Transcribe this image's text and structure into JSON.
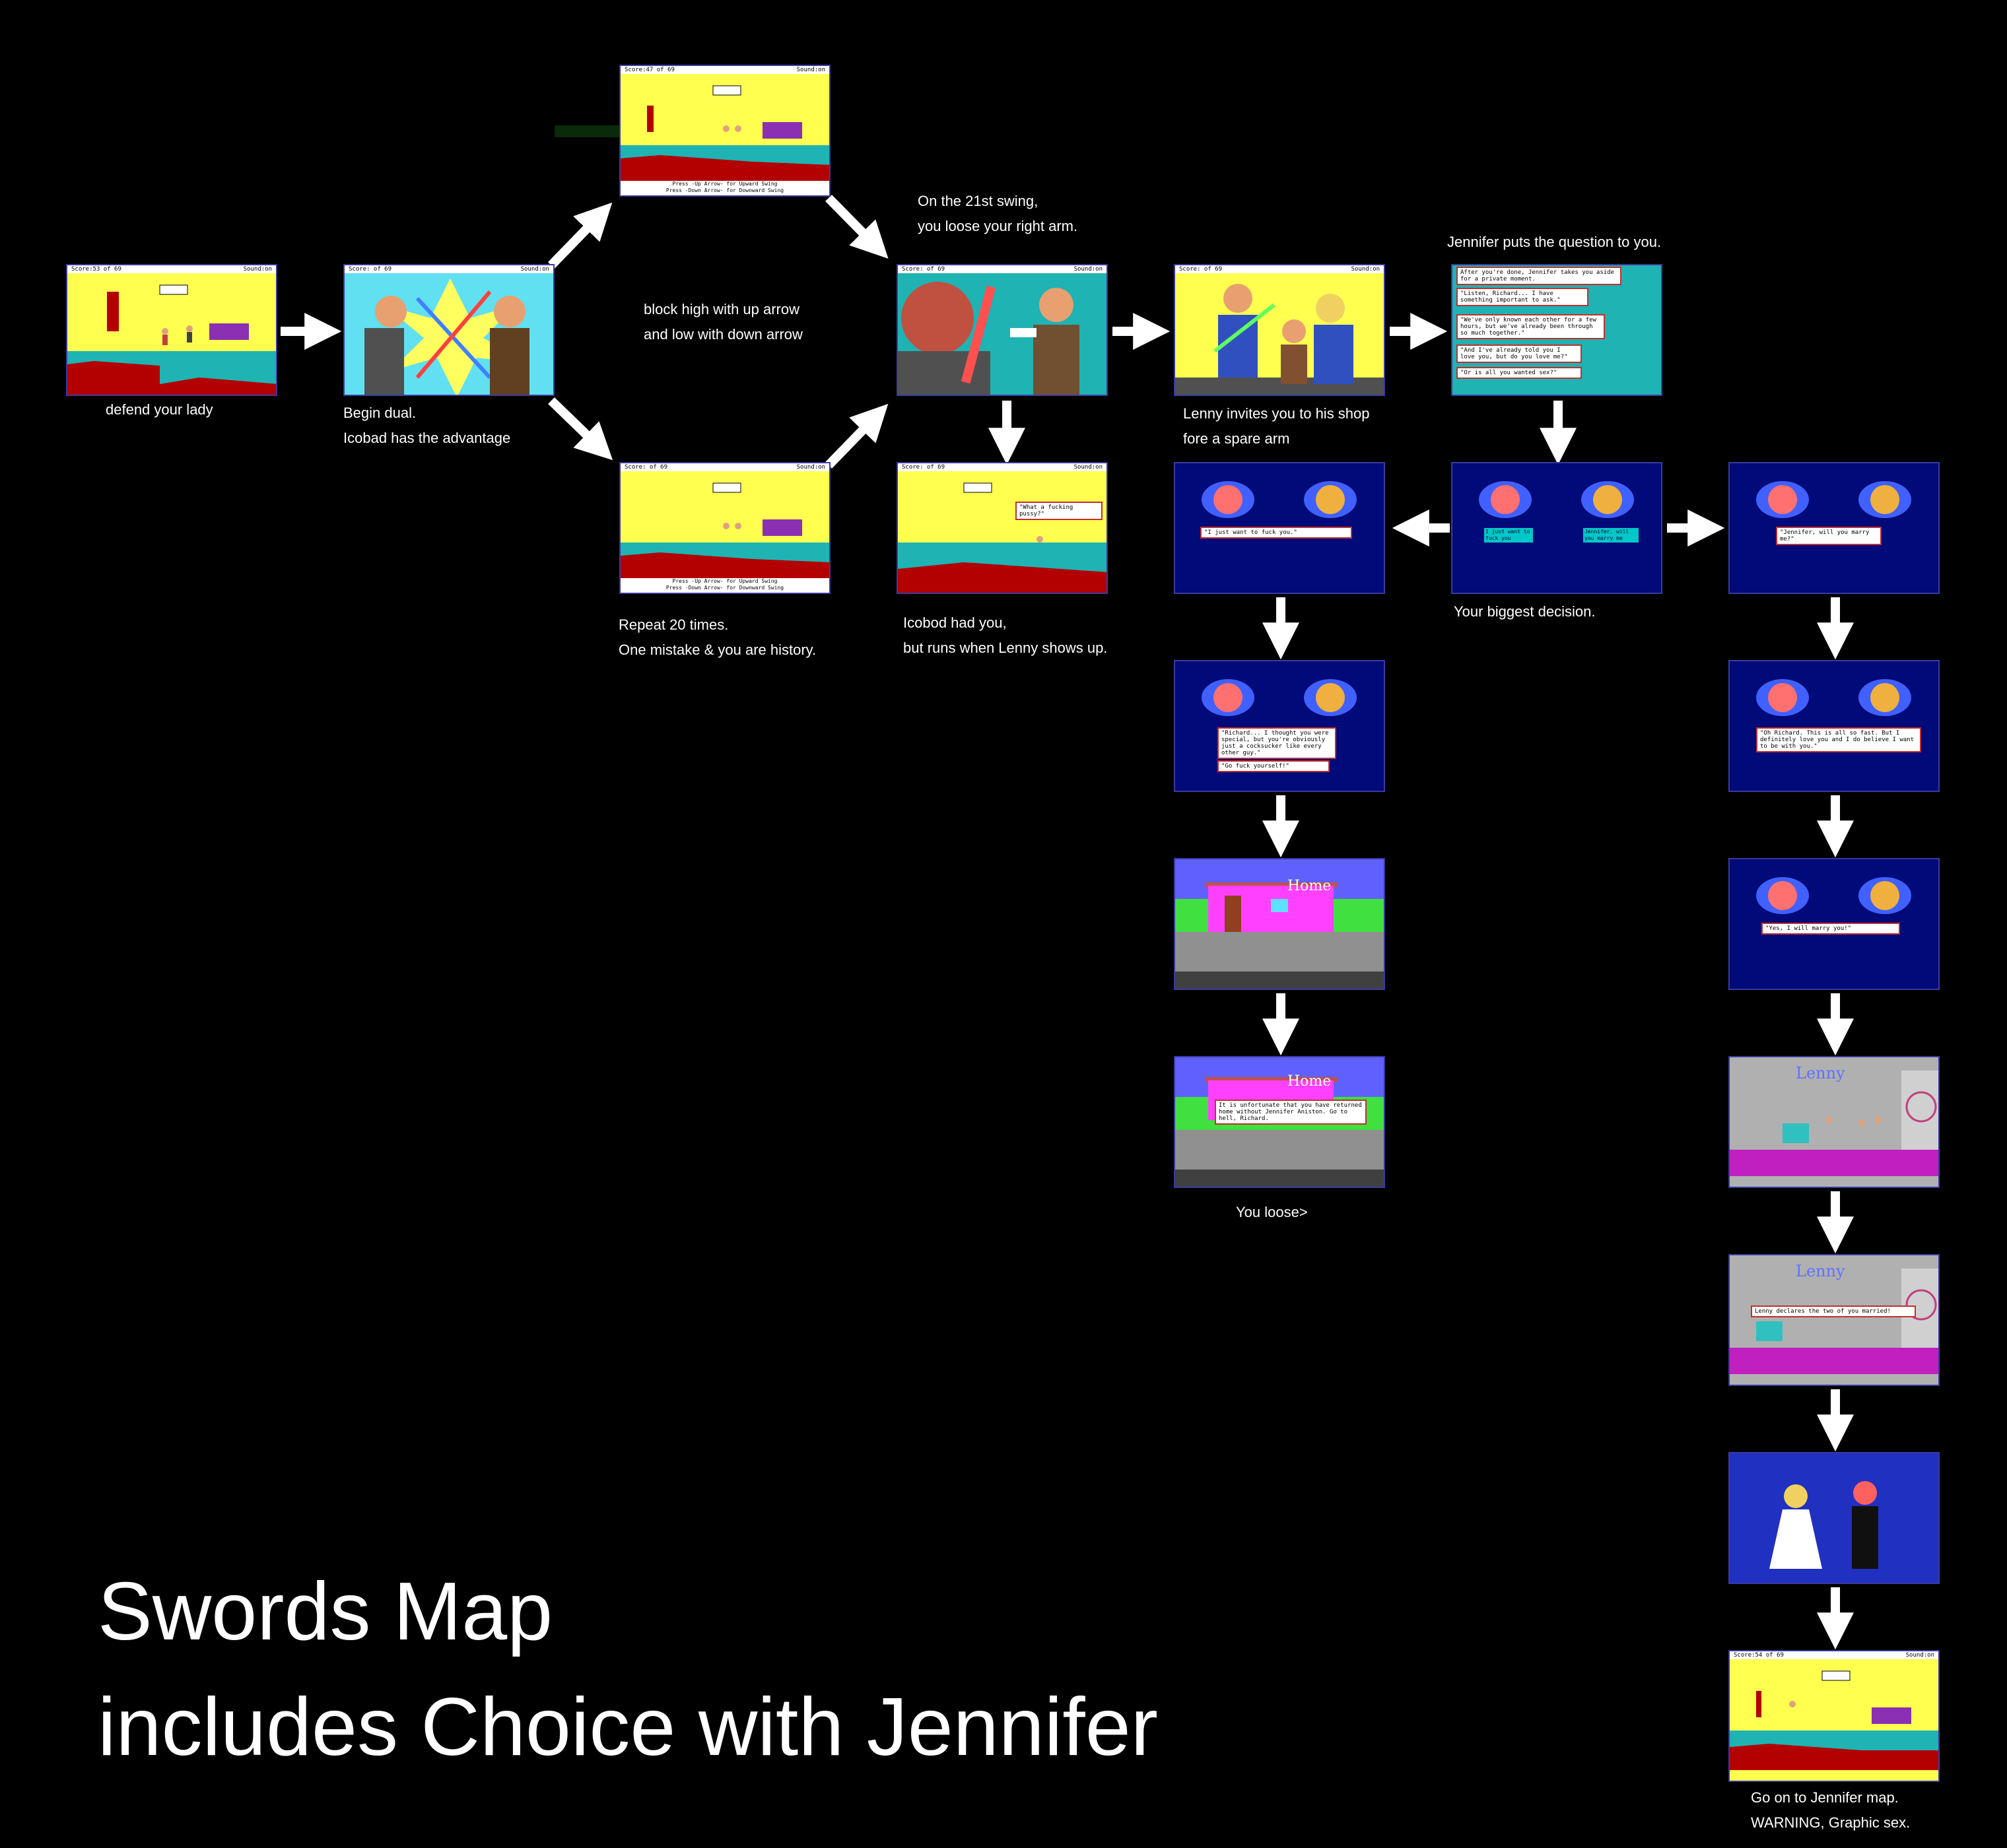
{
  "title": {
    "line1": "Swords Map",
    "line2": "includes Choice with Jennifer"
  },
  "captions": {
    "defend": "defend your lady",
    "begin1": "Begin dual.",
    "begin2": "Icobad has the advantage",
    "block1": "block high with up arrow",
    "block2": "and low with down arrow",
    "repeat1": "Repeat 20 times.",
    "repeat2": "One mistake & you are history.",
    "swing1": "On the 21st swing,",
    "swing2": "you loose your right arm.",
    "icobod1": "Icobod had you,",
    "icobod2": "but runs when Lenny shows up.",
    "lenny1": "Lenny invites you to his shop",
    "lenny2": "fore a spare arm",
    "question": "Jennifer puts the question to you.",
    "biggest": "Your biggest decision.",
    "loose": "You loose>",
    "goon1": "Go on to Jennifer map.",
    "goon2": "WARNING, Graphic sex."
  },
  "screens": {
    "status_score53": "Score:53 of 69",
    "status_score47": "Score:47 of 69",
    "status_score_blank": "Score:   of 69",
    "status_score54": "Score:54 of 69",
    "status_sound": "Sound:on",
    "swing_prompt1": "Press -Up Arrow- for Upward Swing",
    "swing_prompt2": "Press -Down Arrow- for Downward Swing",
    "pussy": "\"What a fucking pussy?\"",
    "question_lines": [
      "After you're done, Jennifer takes you aside for a private moment.",
      "\"Listen, Richard... I have something important to ask.\"",
      "\"We've only known each other for a few hours, but we've already been through so much together.\"",
      "\"And I've already told you I love you, but do you love me?\"",
      "\"Or is all you wanted sex?\""
    ],
    "choice_a": "I just want to fuck you",
    "choice_b": "Jennifer, will you marry me",
    "fuck_you": "\"I just want to fuck you.\"",
    "special": "\"Richard... I thought you were special, but you're obviously just a cocksucker like every other guy.\"",
    "go_fuck": "\"Go fuck yourself!\"",
    "marry": "\"Jennifer, will you marry me?\"",
    "oh_richard": "\"Oh Richard. This is all so fast. But I definitely love you and I do believe I want to be with you.\"",
    "yes": "\"Yes, I will marry you!\"",
    "home_sign": "Home",
    "unfortunate": "It is unfortunate that you have returned home without Jennifer Aniston. Go to hell, Richard.",
    "lenny_sign": "Lenny",
    "declares": "Lenny declares the two of you married!"
  },
  "colors": {
    "background": "#000000",
    "arrow": "#ffffff",
    "wall": "#ffff50",
    "floor": "#1fb3b3",
    "carpet": "#b30000",
    "dialog_blue": "#000a78",
    "text": "#ffffff"
  }
}
